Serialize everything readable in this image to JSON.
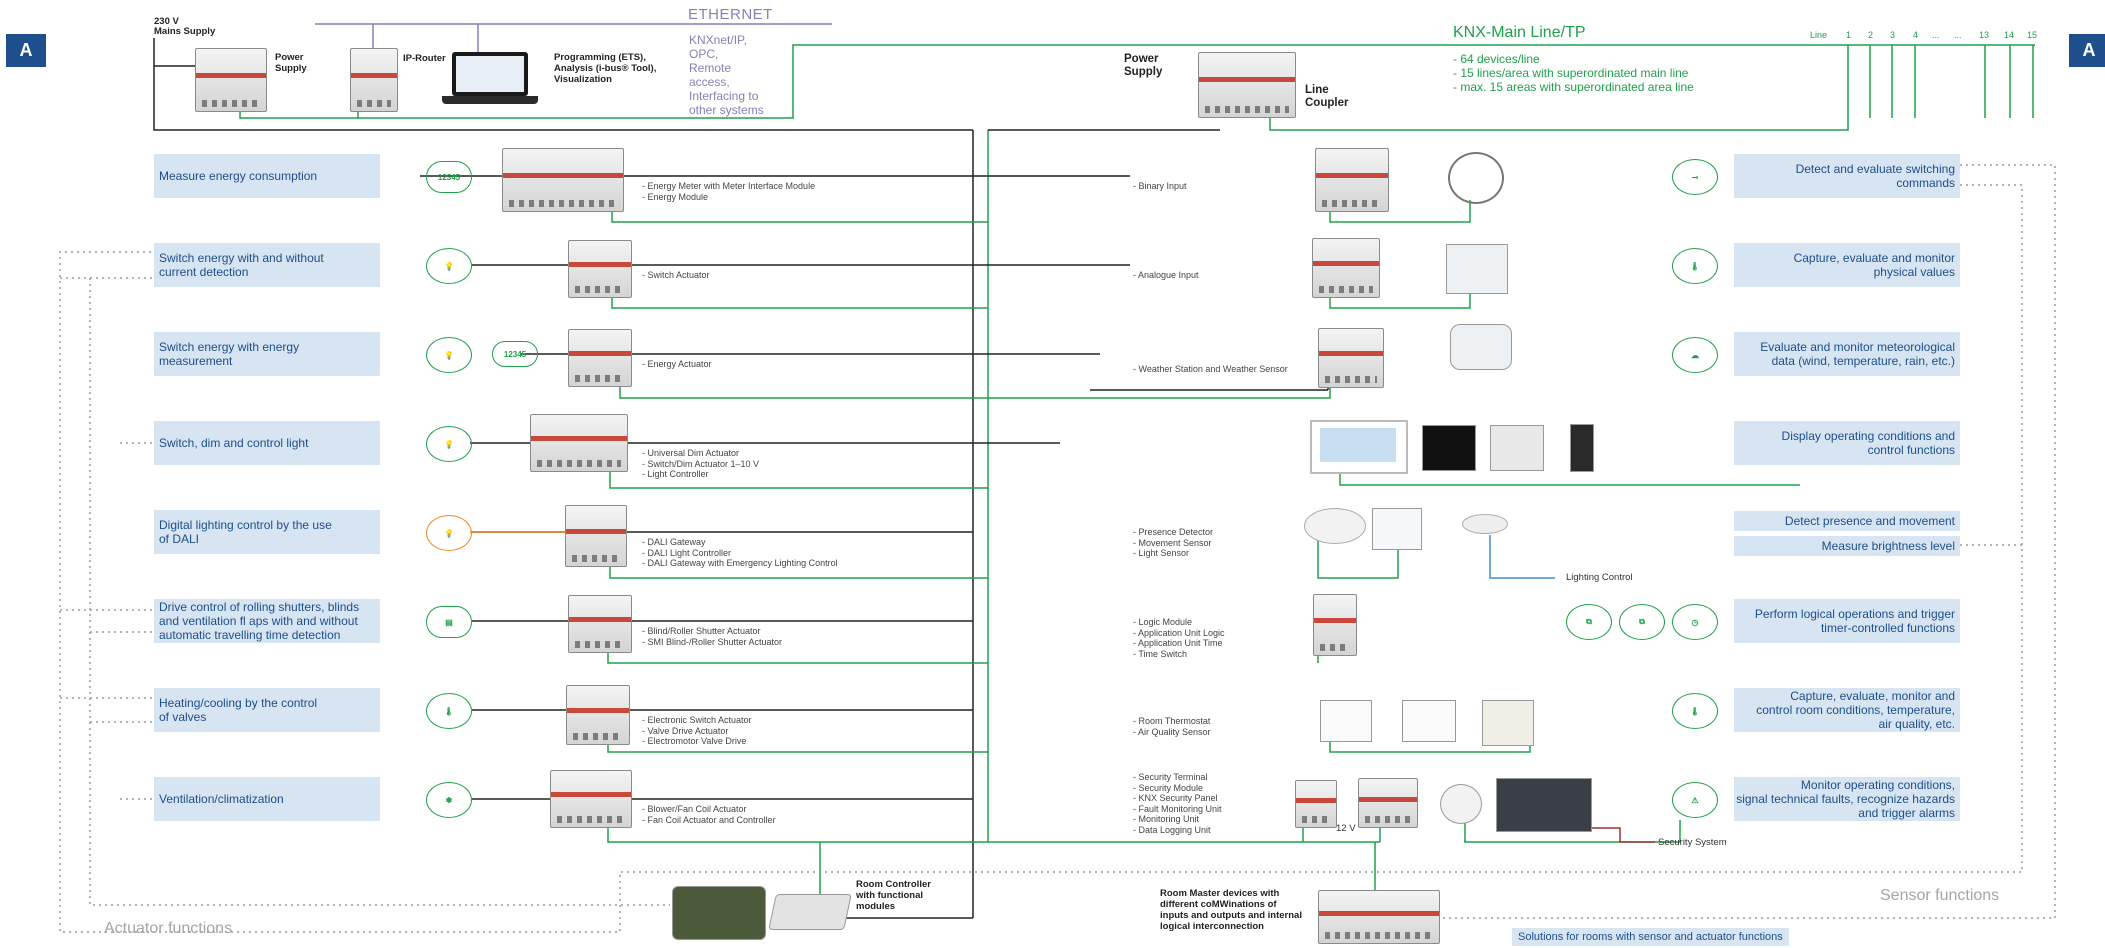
{
  "badges": {
    "left": "A",
    "right": "A"
  },
  "mains": {
    "voltage": "230 V",
    "label": "Mains Supply"
  },
  "top_devices": {
    "power_supply": "Power\nSupply",
    "ip_router": "IP-Router",
    "programming": "Programming (ETS),\nAnalysis (i-bus® Tool),\nVisualization"
  },
  "ethernet": {
    "title": "ETHERNET",
    "lines": [
      "KNXnet/IP,",
      "OPC,",
      "Remote",
      "access,",
      "Interfacing to",
      "other systems"
    ]
  },
  "center_top": {
    "power_supply": "Power\nSupply",
    "line_coupler": "Line\nCoupler"
  },
  "knx": {
    "title": "KNX-Main Line/TP",
    "lines": [
      "- 64 devices/line",
      "- 15 lines/area with superordinated main line",
      "- max. 15 areas with superordinated area line"
    ],
    "line_label": "Line",
    "line_numbers": [
      "1",
      "2",
      "3",
      "4",
      "...",
      "...",
      "13",
      "14",
      "15"
    ]
  },
  "actuator_functions": [
    "Measure energy consumption",
    "Switch energy with and without\ncurrent detection",
    "Switch energy with energy\nmeasurement",
    "Switch, dim and control light",
    "Digital lighting control by the use\nof DALI",
    "Drive control of rolling shutters, blinds\nand ventilation fl aps with and without\nautomatic travelling time detection",
    "Heating/cooling by the control\nof valves",
    "Ventilation/climatization"
  ],
  "actuator_descriptions": [
    [
      "- Energy Meter with Meter Interface Module",
      "- Energy Module"
    ],
    [
      "- Switch Actuator"
    ],
    [
      "- Energy Actuator"
    ],
    [
      "- Universal Dim Actuator",
      "- Switch/Dim Actuator 1–10 V",
      "- Light Controller"
    ],
    [
      "- DALI Gateway",
      "- DALI Light Controller",
      "- DALI Gateway with Emergency Lighting Control"
    ],
    [
      "- Blind/Roller Shutter Actuator",
      "- SMI Blind-/Roller Shutter Actuator"
    ],
    [
      "- Electronic Switch Actuator",
      "- Valve Drive Actuator",
      "- Electromotor Valve Drive"
    ],
    [
      "- Blower/Fan Coil Actuator",
      "- Fan Coil Actuator and Controller"
    ]
  ],
  "sensor_descriptions": [
    [
      "- Binary Input"
    ],
    [
      "- Analogue Input"
    ],
    [
      "- Weather Station and Weather Sensor"
    ],
    [],
    [
      "- Presence Detector",
      "- Movement Sensor",
      "- Light Sensor"
    ],
    [
      "- Logic Module",
      "- Application Unit Logic",
      "- Application Unit Time",
      "- Time Switch"
    ],
    [
      "- Room Thermostat",
      "- Air Quality Sensor"
    ],
    [
      "- Security Terminal",
      "- Security Module",
      "- KNX Security Panel",
      "- Fault Monitoring Unit",
      "- Monitoring Unit",
      "- Data Logging Unit"
    ]
  ],
  "sensor_functions": [
    "Detect and evaluate switching\ncommands",
    "Capture, evaluate and monitor\nphysical values",
    "Evaluate and monitor meteorological\ndata (wind, temperature, rain, etc.)",
    "Display operating conditions and\ncontrol functions",
    "Detect presence and movement",
    "Measure brightness level",
    "Perform logical operations and trigger\ntimer-controlled functions",
    "Capture, evaluate, monitor and\ncontrol room conditions, temperature,\nair quality, etc.",
    "Monitor operating conditions,\nsignal technical faults, recognize hazards\nand trigger alarms"
  ],
  "misc": {
    "lighting_control": "Lighting Control",
    "security_system": "Security System",
    "twelve_v": "12 V",
    "room_controller": "Room Controller\nwith functional\nmodules",
    "room_master": "Room Master devices with\ndifferent coMWinations of\ninputs and outputs and internal\nlogical interconnection",
    "actuator_functions_label": "Actuator functions",
    "sensor_functions_label": "Sensor functions",
    "solutions_label": "Solutions for rooms with sensor and actuator functions",
    "meter_digits": "12345"
  },
  "colors": {
    "knx_green": "#21a04a",
    "ethernet_purple": "#8b7db8",
    "box_blue": "#d7e4f2",
    "text_blue": "#1d4f8a",
    "dali_orange": "#f08a24",
    "security_red": "#a23236"
  }
}
